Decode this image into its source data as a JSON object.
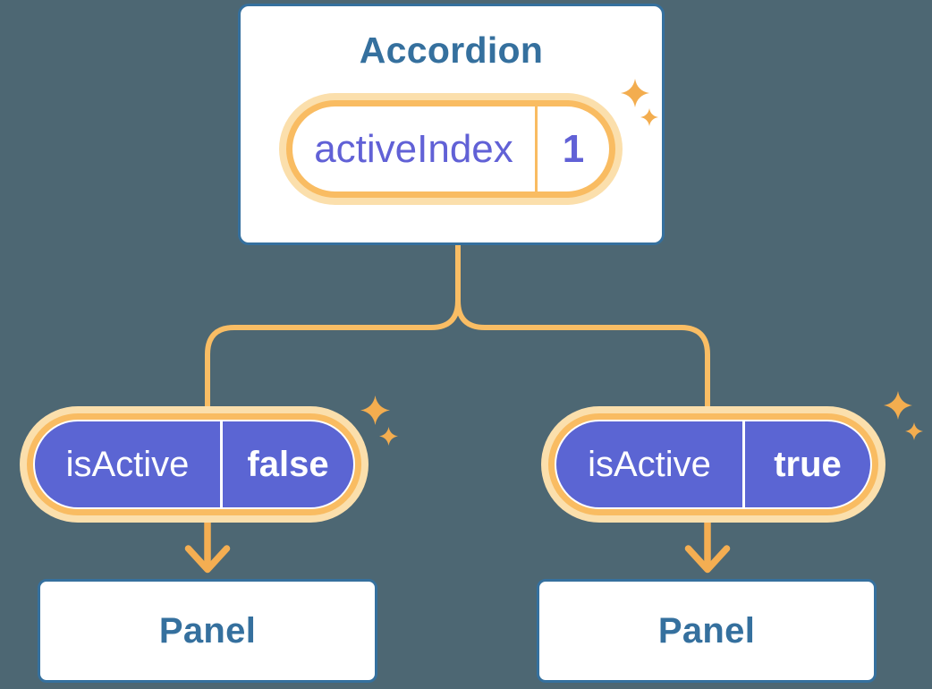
{
  "colors": {
    "bg": "#4D6773",
    "blue": "#35709E",
    "purple": "#5B65D3",
    "purple-text": "#6161D6",
    "orange-ring": "#F9BC62",
    "orange-glow": "#FBDFAC",
    "orange-line": "#F9BD64",
    "orange-arrow": "#F4AE52",
    "orange-sparkle": "#F3AD4F"
  },
  "accordion": {
    "title": "Accordion",
    "state": {
      "label": "activeIndex",
      "value": "1"
    }
  },
  "children": [
    {
      "state": {
        "label": "isActive",
        "value": "false"
      }
    },
    {
      "state": {
        "label": "isActive",
        "value": "true"
      }
    }
  ],
  "panels": [
    {
      "label": "Panel"
    },
    {
      "label": "Panel"
    }
  ],
  "icons": {
    "sparkle": "sparkle-icon"
  }
}
